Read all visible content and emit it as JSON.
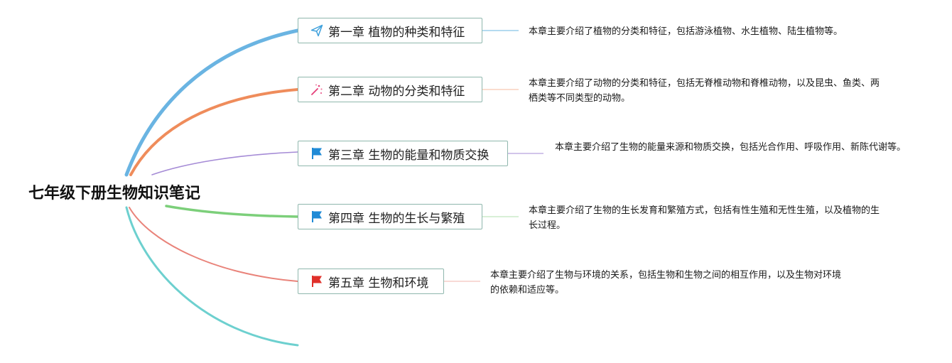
{
  "root": {
    "title": "七年级下册生物知识笔记"
  },
  "branches": [
    {
      "label": "第一章 植物的种类和特征",
      "icon": "paper-plane-icon",
      "color": "#6ab4e2",
      "note": "本章主要介绍了植物的分类和特征，包括游泳植物、水生植物、陆生植物等。"
    },
    {
      "label": "第二章 动物的分类和特征",
      "icon": "magic-wand-icon",
      "color": "#ef8c5b",
      "note": "本章主要介绍了动物的分类和特征，包括无脊椎动物和脊椎动物，以及昆虫、鱼类、两栖类等不同类型的动物。"
    },
    {
      "label": "第三章 生物的能量和物质交换",
      "icon": "blue-flag-icon",
      "color": "#a58bd6",
      "note": "本章主要介绍了生物的能量来源和物质交换，包括光合作用、呼吸作用、新陈代谢等。"
    },
    {
      "label": "第四章 生物的生长与繁殖",
      "icon": "blue-flag-icon",
      "color": "#7ccf7a",
      "note": "本章主要介绍了生物的生长发育和繁殖方式，包括有性生殖和无性生殖，以及植物的生长过程。"
    },
    {
      "label": "第五章 生物和环境",
      "icon": "red-flag-icon",
      "color": "#e9837a",
      "note": "本章主要介绍了生物与环境的关系，包括生物和生物之间的相互作用，以及生物对环境的依赖和适应等。"
    }
  ],
  "extra_branch": {
    "color": "#6dd0cf"
  }
}
